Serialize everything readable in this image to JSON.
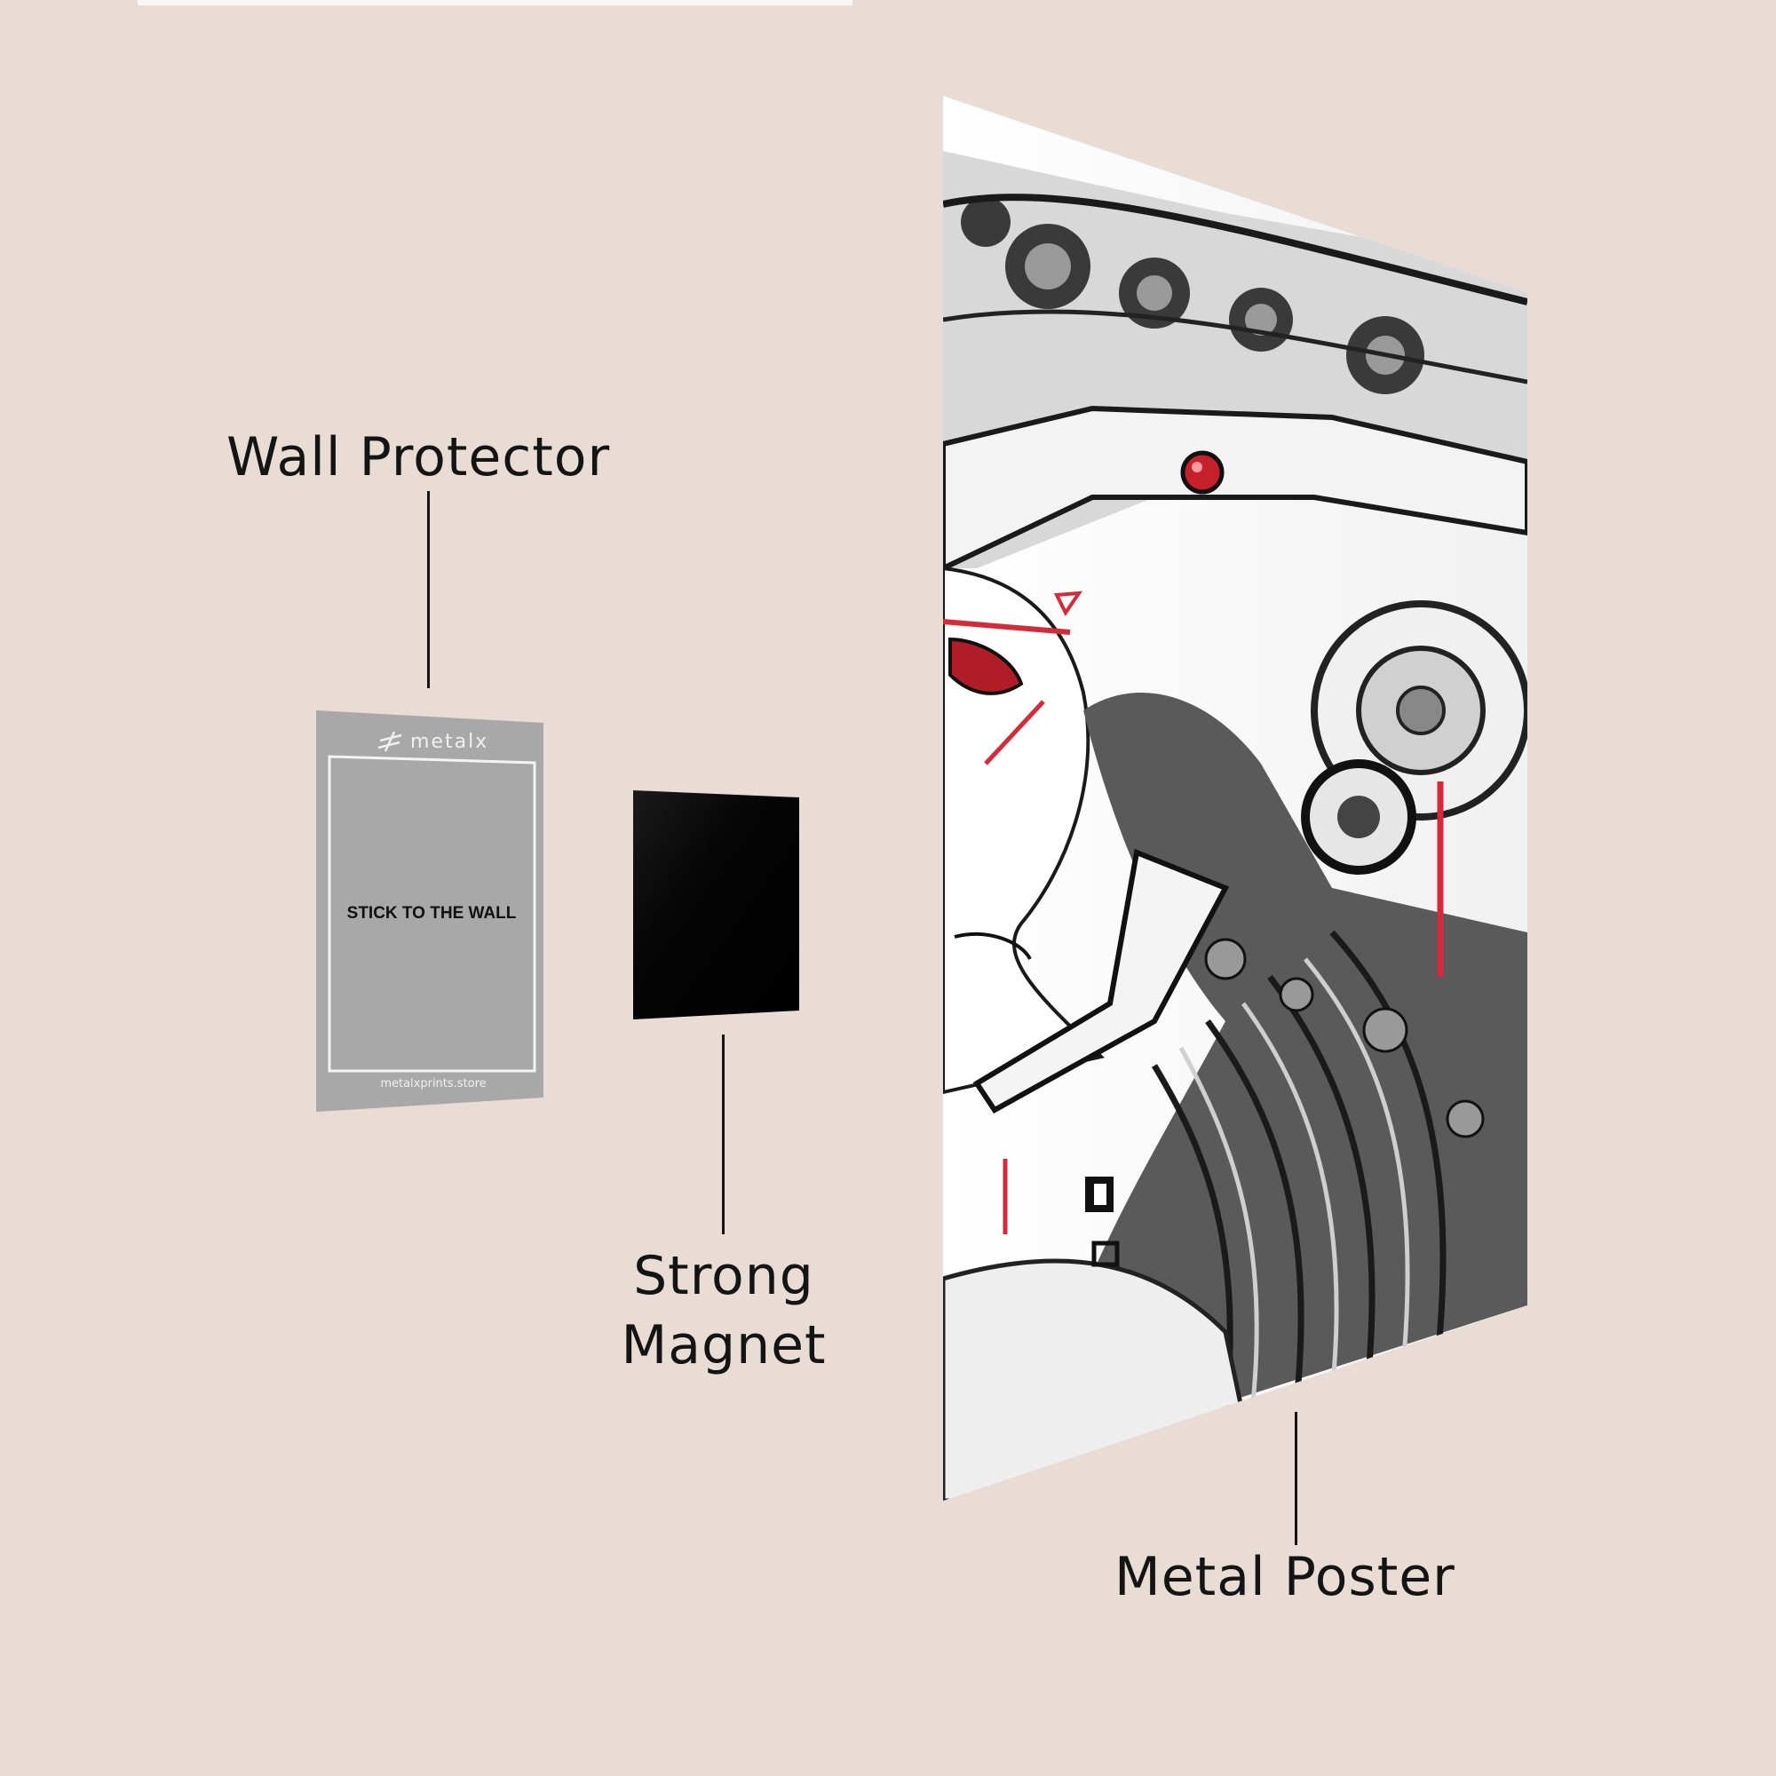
{
  "labels": {
    "wall_protector": "Wall Protector",
    "strong_magnet_line1": "Strong",
    "strong_magnet_line2": "Magnet",
    "metal_poster": "Metal Poster"
  },
  "wall_protector_card": {
    "brand": "metalx",
    "instruction": "STICK TO THE WALL",
    "website": "metalxprints.store"
  },
  "colors": {
    "background": "#e8dcd4",
    "protector": "#a8a8a8",
    "magnet": "#050505",
    "accent_red": "#d42a3a"
  }
}
